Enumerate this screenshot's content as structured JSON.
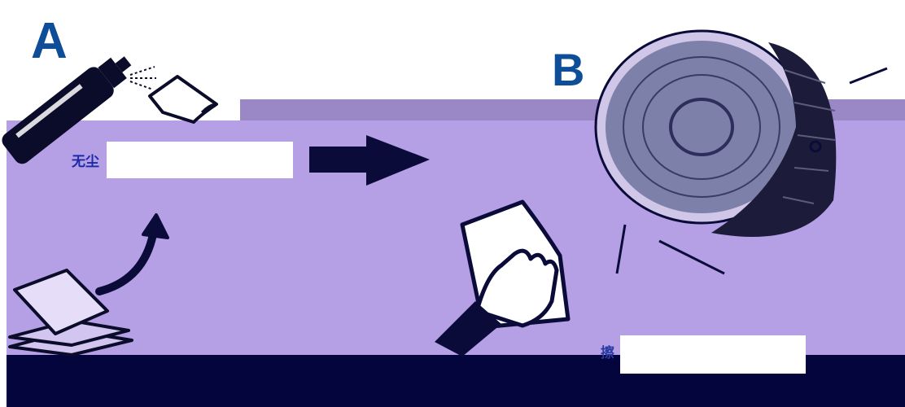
{
  "panels": {
    "a": {
      "letter": "A",
      "label_partial": "无尘"
    },
    "b": {
      "letter": "B",
      "label_partial": "擦"
    }
  },
  "icons": [
    "spray-can-icon",
    "paper-sheet-icon",
    "paper-stack-icon",
    "curved-arrow-icon",
    "right-arrow-icon",
    "hand-wiping-icon",
    "lens-filter-icon"
  ],
  "colors": {
    "letter": "#0e4d97",
    "purple_main": "#b5a0e6",
    "purple_top": "#9a87c5",
    "dark_band": "#05053d",
    "ink": "#0b0b3a"
  }
}
